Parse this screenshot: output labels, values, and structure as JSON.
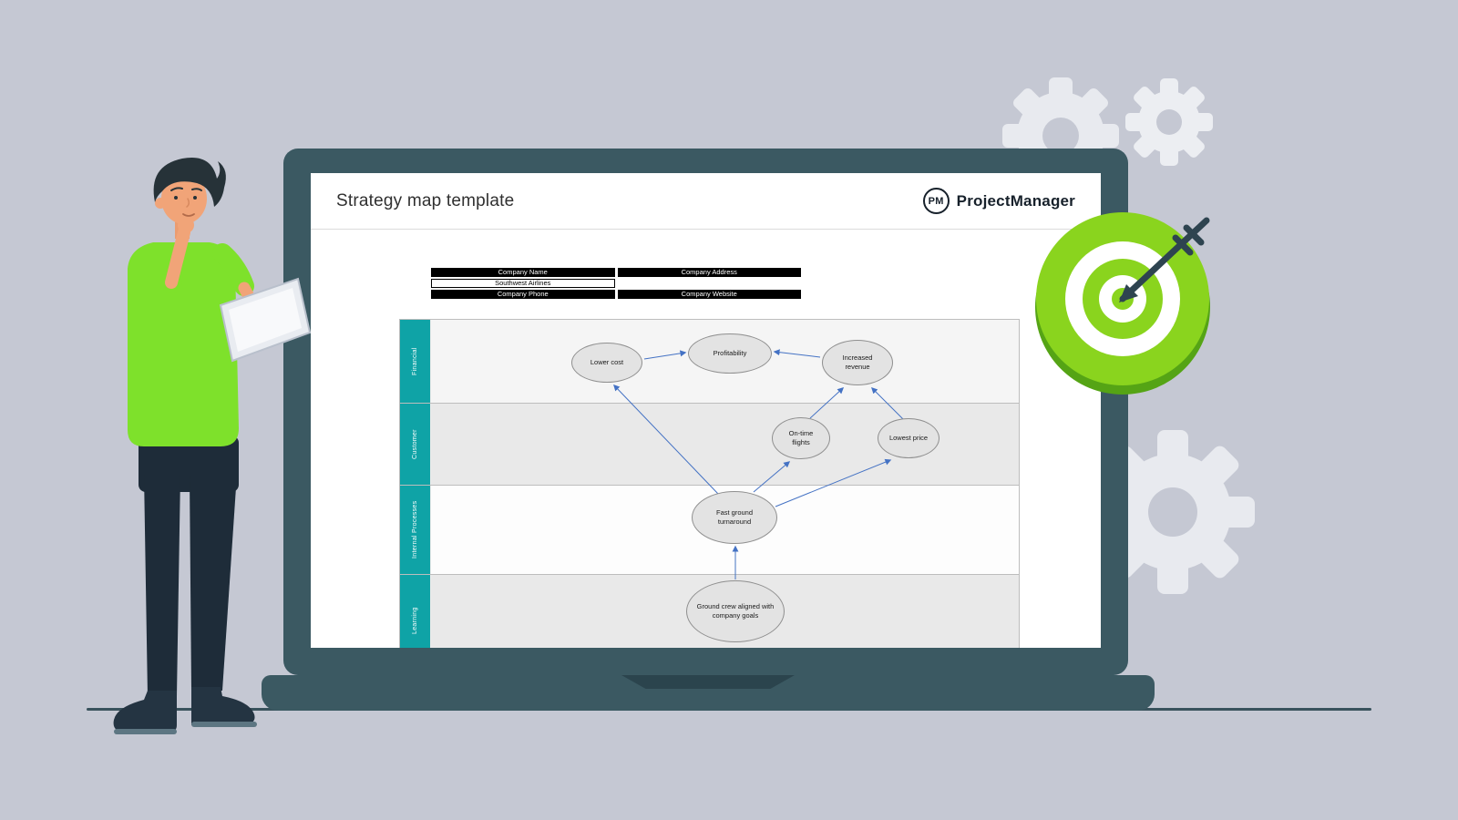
{
  "colors": {
    "background": "#c5c8d3",
    "laptop_body": "#3b5962",
    "accent_teal": "#0fa3a6",
    "arrow_blue": "#4472c4",
    "target_green": "#8ad41e",
    "shirt_green": "#7ee12b",
    "table_header_bg": "#000000",
    "node_fill": "#e3e3e3"
  },
  "screen": {
    "title": "Strategy map template",
    "brand": {
      "logo": "PM",
      "name": "ProjectManager"
    },
    "company_table": {
      "rows": [
        [
          "Company Name",
          "Company Address"
        ],
        [
          "Southwest Airlines",
          ""
        ],
        [
          "Company Phone",
          "Company Website"
        ]
      ]
    }
  },
  "diagram": {
    "lanes": [
      {
        "label": "Financial"
      },
      {
        "label": "Customer"
      },
      {
        "label": "Internal Processes"
      },
      {
        "label": "Learning"
      }
    ],
    "nodes": [
      {
        "id": "lower-cost",
        "label": "Lower cost"
      },
      {
        "id": "profitability",
        "label": "Profitability"
      },
      {
        "id": "increased-revenue",
        "label": "Increased revenue"
      },
      {
        "id": "on-time-flights",
        "label": "On-time flights"
      },
      {
        "id": "lowest-price",
        "label": "Lowest price"
      },
      {
        "id": "fast-ground-turnaround",
        "label": "Fast ground turnaround"
      },
      {
        "id": "ground-crew-aligned",
        "label": "Ground crew aligned with company goals"
      }
    ],
    "edges": [
      {
        "from": "lower-cost",
        "to": "profitability"
      },
      {
        "from": "increased-revenue",
        "to": "profitability"
      },
      {
        "from": "on-time-flights",
        "to": "increased-revenue"
      },
      {
        "from": "lowest-price",
        "to": "increased-revenue"
      },
      {
        "from": "fast-ground-turnaround",
        "to": "lower-cost"
      },
      {
        "from": "fast-ground-turnaround",
        "to": "on-time-flights"
      },
      {
        "from": "fast-ground-turnaround",
        "to": "lowest-price"
      },
      {
        "from": "ground-crew-aligned",
        "to": "fast-ground-turnaround"
      }
    ]
  }
}
